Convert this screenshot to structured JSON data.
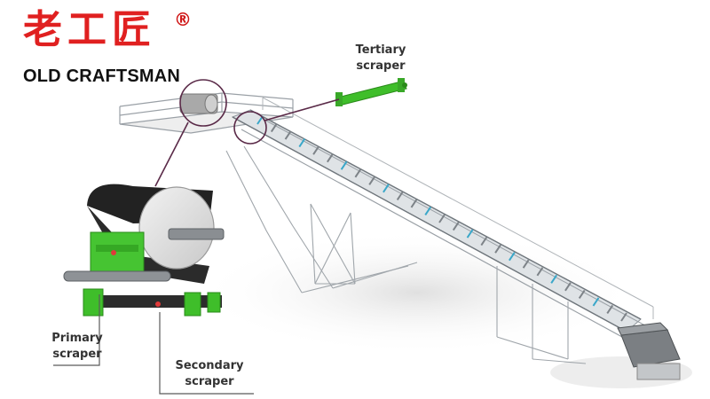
{
  "logo": {
    "chinese": "老工匠",
    "registered": "®",
    "english": "OLD CRAFTSMAN"
  },
  "labels": {
    "tertiary": [
      "Tertiary",
      "scraper"
    ],
    "primary": [
      "Primary",
      "scraper"
    ],
    "secondary": [
      "Secondary",
      "scraper"
    ]
  },
  "colors": {
    "brand_red": "#e02020",
    "scraper_green": "#3fbe2a",
    "structure_gray": "#9aa0a6",
    "callout_purple": "#5a2a48",
    "belt_black": "#222222"
  },
  "icons": {
    "conveyor": "inclined-belt-conveyor",
    "pulley": "head-pulley",
    "scraper": "belt-scraper"
  }
}
